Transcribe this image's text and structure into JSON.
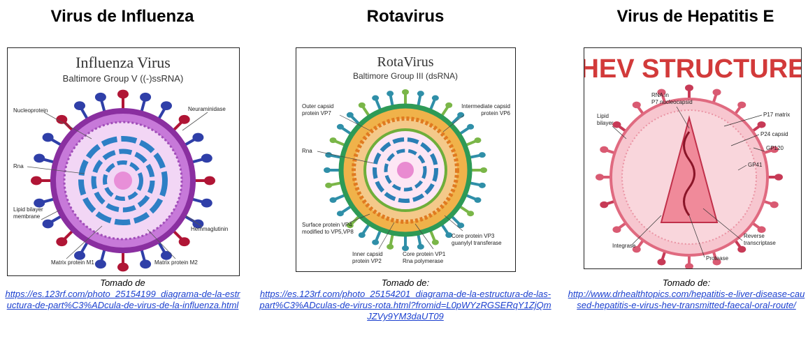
{
  "panels": [
    {
      "title": "Virus de Influenza",
      "diagram_title": "Influenza Virus",
      "diagram_subtitle": "Baltimore Group V ((-)ssRNA)",
      "labels": [
        "Nucleoprotein",
        "Neuraminidase",
        "Rna",
        "Lipid bilayer membrane",
        "Hemmaglutinin",
        "Matrix protein M1",
        "Matrix protein M2"
      ],
      "caption_lead": "Tomado de",
      "caption_link": "https://es.123rf.com/photo_25154199_diagrama-de-la-estructura-de-part%C3%ADcula-de-virus-de-la-influenza.html"
    },
    {
      "title": "Rotavirus",
      "diagram_title": "RotaVirus",
      "diagram_subtitle": "Baltimore Group III (dsRNA)",
      "labels": [
        "Outer capsid protein VP7",
        "Intermediate capsid protein VP6",
        "Rna",
        "Surface protein VP4 modified to VP5,VP8",
        "Core protein VP3 guanylyl transferase",
        "Inner capsid protein VP2",
        "Core protein VP1 Rna polymerase"
      ],
      "caption_lead": "Tomado de:",
      "caption_link": "https://es.123rf.com/photo_25154201_diagrama-de-la-estructura-de-las-part%C3%ADculas-de-virus-rota.html?fromid=L0pWYzRGSERqY1ZjQmJZVy9YM3daUT09"
    },
    {
      "title": "Virus de Hepatitis E",
      "diagram_title": "HEV STRUCTURE",
      "labels": [
        "RNA in P7 nucleocapsid",
        "Lipid bilayer",
        "P17 matrix",
        "P24 capsid",
        "GP120",
        "GP41",
        "Integrase",
        "Reverse transcriptase",
        "Protease"
      ],
      "caption_lead": "Tomado de:",
      "caption_link": "http://www.drhealthtopics.com/hepatitis-e-liver-disease-caused-hepatitis-e-virus-hev-transmitted-faecal-oral-route/"
    }
  ],
  "colors": {
    "link": "#1a3fcf",
    "influenza_spike_blue": "#2f3fa8",
    "influenza_spike_red": "#b01535",
    "influenza_membrane": "#9b3fb5",
    "rota_outer": "#2f8fa8",
    "rota_capsid": "#e0902a",
    "hev_title": "#d23a3a",
    "hev_body": "#f2a9b4"
  }
}
